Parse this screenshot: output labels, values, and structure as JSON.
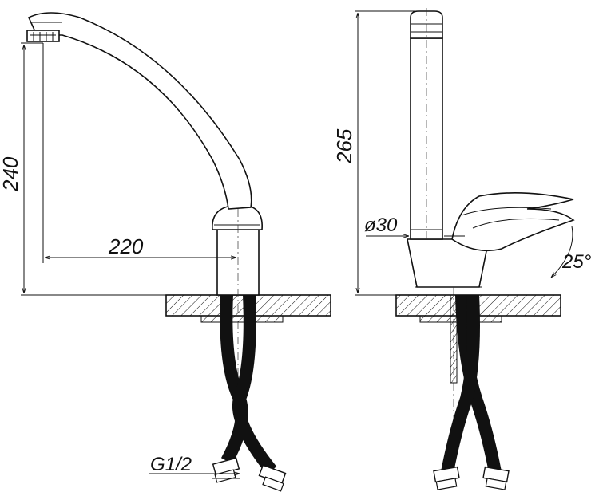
{
  "dimensions": {
    "height_spout": "240",
    "reach": "220",
    "total_height": "265",
    "diameter": "ø30",
    "lever_angle": "25°",
    "thread": "G1/2"
  },
  "colors": {
    "line": "#111111",
    "background": "#ffffff"
  }
}
